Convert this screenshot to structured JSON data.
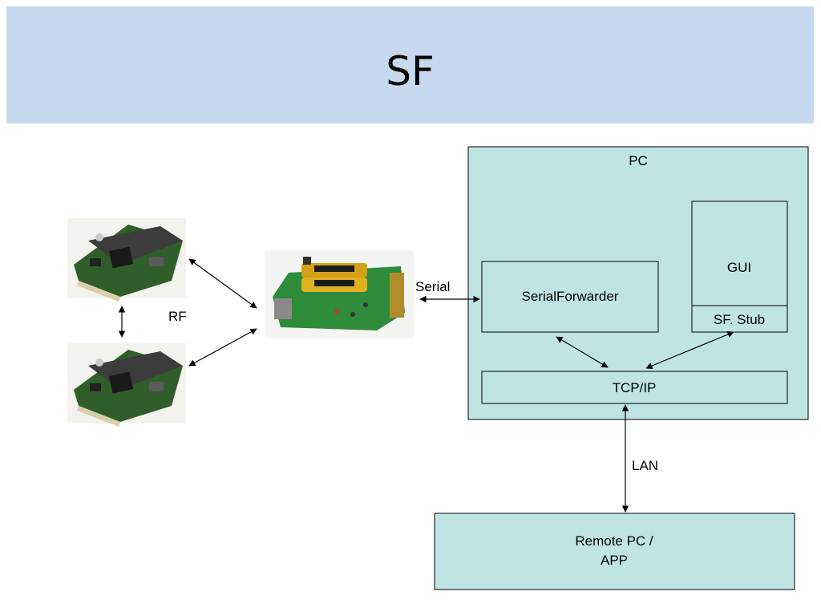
{
  "slide": {
    "title": "SF"
  },
  "diagram": {
    "nodes": {
      "pc_container": "PC",
      "serial_forwarder": "SerialForwarder",
      "gui": "GUI",
      "sf_stub": "SF. Stub",
      "tcpip": "TCP/IP",
      "remote_line1": "Remote PC /",
      "remote_line2": "APP"
    },
    "edges": {
      "rf": "RF",
      "serial": "Serial",
      "lan": "LAN"
    },
    "images": [
      "mote-board",
      "mote-board",
      "programming-board"
    ]
  },
  "colors": {
    "title_bar": "#c6d9ef",
    "box_fill": "#bfe4e4",
    "box_border": "#000000",
    "pcb_green": "#2e8b3a"
  }
}
